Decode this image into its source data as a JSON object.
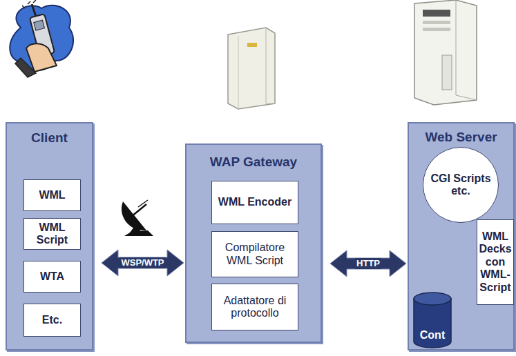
{
  "diagram": {
    "nodes": [
      {
        "text": [
          "Client"
        ]
      },
      {
        "text": [
          "WML"
        ],
        "in": 0
      },
      {
        "text": [
          "WML Script"
        ],
        "in": 0
      },
      {
        "text": [
          "WTA"
        ],
        "in": 0
      },
      {
        "text": [
          "Etc."
        ],
        "in": 0
      },
      {
        "text": [
          "WAP Gateway"
        ]
      },
      {
        "text": [
          "WML Encoder"
        ],
        "in": 5
      },
      {
        "text": [
          "Compilatore WML Script"
        ],
        "in": 5
      },
      {
        "text": [
          "Adattatore di protocollo"
        ],
        "in": 5
      },
      {
        "text": [
          "Web Server"
        ]
      },
      {
        "text": [
          "CGI Scripts etc."
        ],
        "in": 9
      },
      {
        "text": [
          "WML Decks con WML-Script"
        ],
        "in": 9
      },
      {
        "text": [
          "Cont"
        ],
        "in": 9
      }
    ],
    "edges": [
      {
        "from": 0,
        "to": 5,
        "label": "WSP/WTP",
        "arrow": "both"
      },
      {
        "from": 5,
        "to": 9,
        "label": "HTTP",
        "arrow": "both"
      }
    ]
  }
}
